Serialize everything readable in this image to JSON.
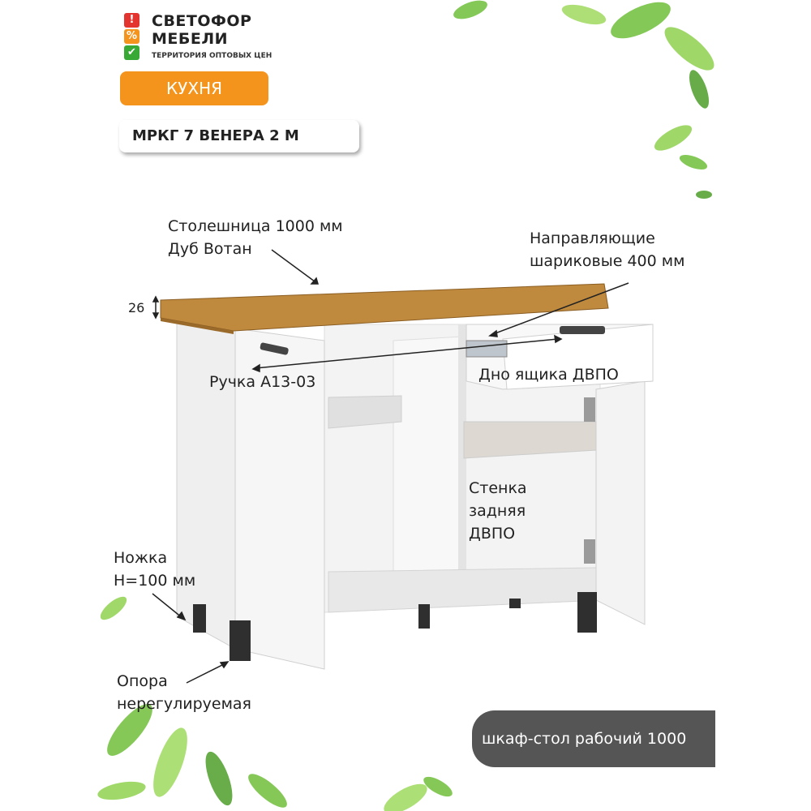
{
  "logo": {
    "icon_1": "!",
    "icon_2": "%",
    "icon_3": "✔",
    "brand_line1": "СВЕТОФОР",
    "brand_line2": "МЕБЕЛИ",
    "tagline": "ТЕРРИТОРИЯ ОПТОВЫХ ЦЕН",
    "colors": {
      "red": "#e3342f",
      "orange": "#f4941c",
      "green": "#39a935"
    }
  },
  "category": "КУХНЯ",
  "model": "МРКГ 7 ВЕНЕРА 2 М",
  "labels": {
    "countertop_line1": "Столешница 1000 мм",
    "countertop_line2": "Дуб Вотан",
    "rails_line1": "Направляющие",
    "rails_line2": "шариковые 400 мм",
    "handle": "Ручка А13-03",
    "drawer_bottom": "Дно ящика ДВПО",
    "back_line1": "Стенка",
    "back_line2": "задняя",
    "back_line3": "ДВПО",
    "leg_line1": "Ножка",
    "leg_line2": "Н=100 мм",
    "support_line1": "Опора",
    "support_line2": "нерегулируемая"
  },
  "dimension_thickness": "26",
  "bottom_caption": "шкаф-стол рабочий 1000",
  "colors": {
    "accent": "#f4941c",
    "caption_bg": "#555555",
    "wood": "#c08a3e"
  }
}
